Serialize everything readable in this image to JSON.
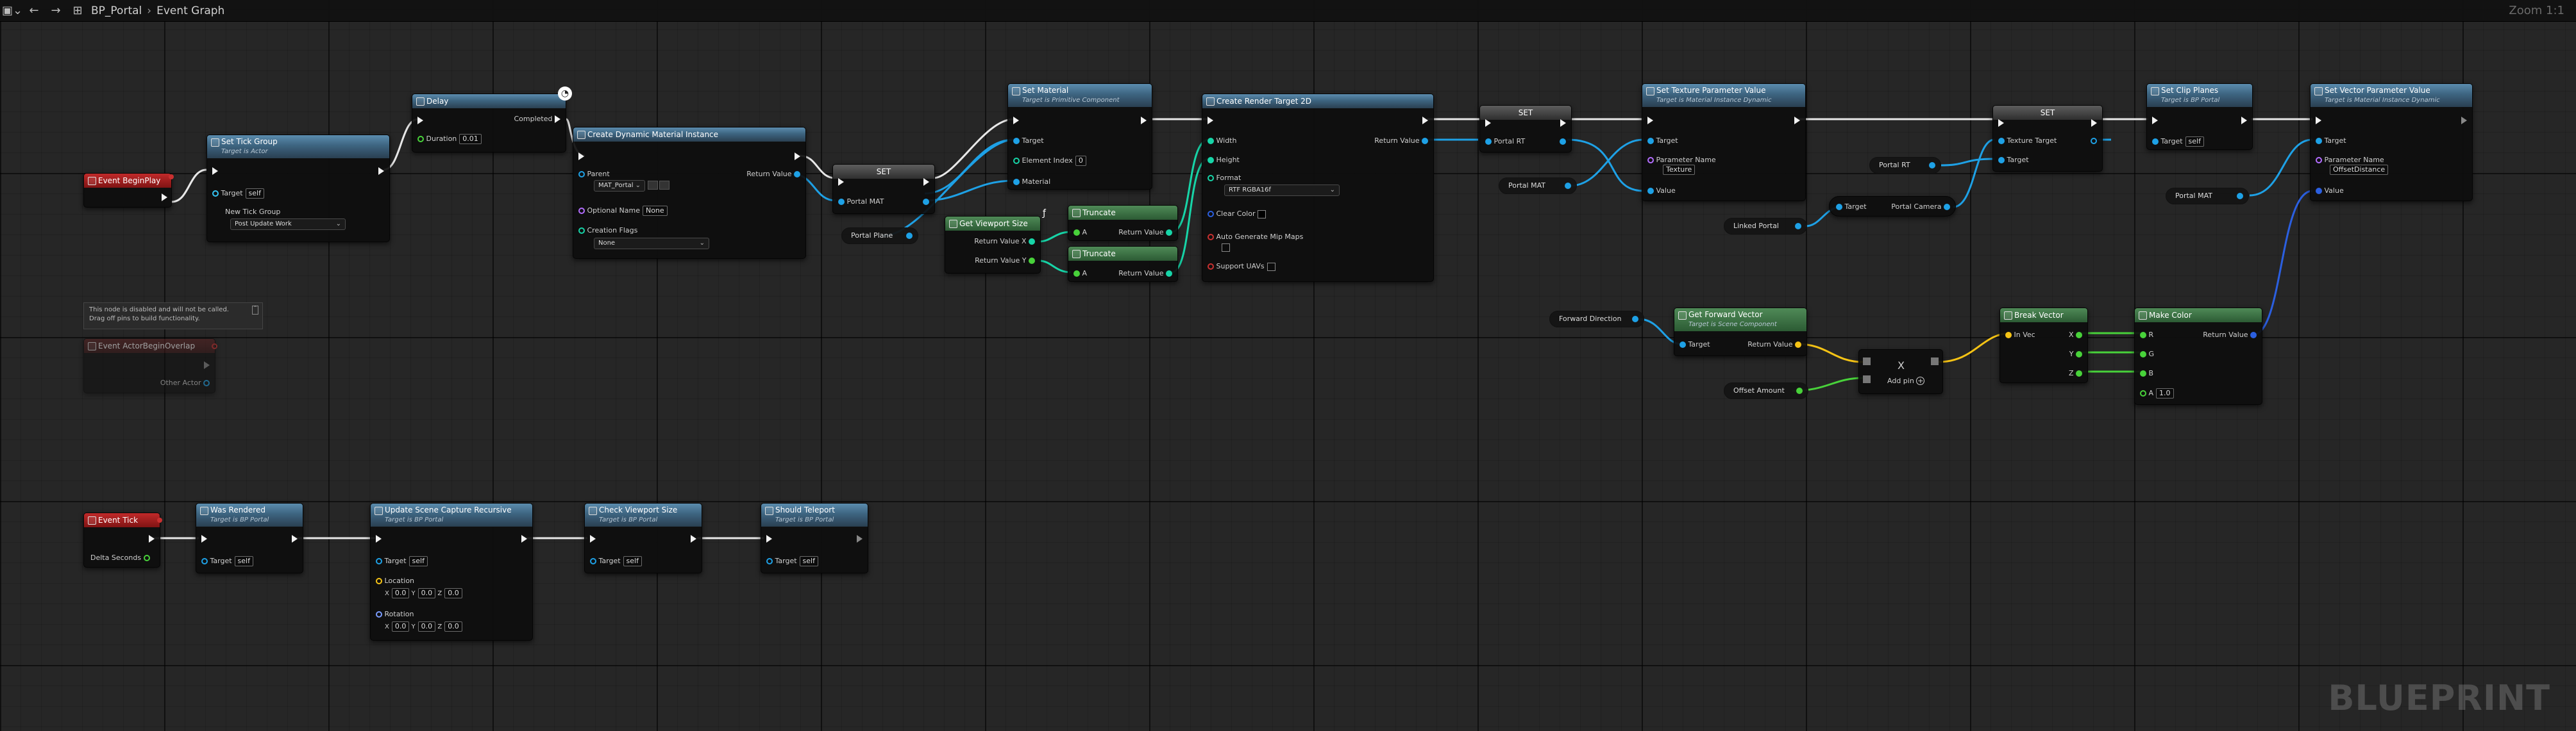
{
  "breadcrumb": {
    "asset": "BP_Portal",
    "graph": "Event Graph"
  },
  "zoom": "Zoom 1:1",
  "watermark": "BLUEPRINT",
  "comment": {
    "line1": "This node is disabled and will not be called.",
    "line2": "Drag off pins to build functionality."
  },
  "nodes": {
    "begin_play": {
      "title": "Event BeginPlay"
    },
    "set_tick_group": {
      "title": "Set Tick Group",
      "subtitle": "Target is Actor",
      "target": "Target",
      "self": "self",
      "group_label": "New Tick Group",
      "group_value": "Post Update Work"
    },
    "delay": {
      "title": "Delay",
      "completed": "Completed",
      "duration_label": "Duration",
      "duration_value": "0.01"
    },
    "create_mat": {
      "title": "Create Dynamic Material Instance",
      "parent": "Parent",
      "parent_value": "MAT_Portal",
      "return": "Return Value",
      "opt_name": "Optional Name",
      "opt_value": "None",
      "flags": "Creation Flags",
      "flags_value": "None"
    },
    "set1": {
      "title": "SET",
      "pin": "Portal MAT"
    },
    "set_material": {
      "title": "Set Material",
      "subtitle": "Target is Primitive Component",
      "target": "Target",
      "elem": "Element Index",
      "elem_value": "0",
      "material": "Material"
    },
    "portal_plane": {
      "label": "Portal Plane"
    },
    "get_viewport": {
      "title": "Get Viewport Size",
      "rx": "Return Value X",
      "ry": "Return Value Y"
    },
    "trunc1": {
      "title": "Truncate",
      "a": "A",
      "ret": "Return Value"
    },
    "trunc2": {
      "title": "Truncate",
      "a": "A",
      "ret": "Return Value"
    },
    "create_rt": {
      "title": "Create Render Target 2D",
      "width": "Width",
      "height": "Height",
      "ret": "Return Value",
      "format": "Format",
      "format_value": "RTF RGBA16f",
      "clear": "Clear Color",
      "mips": "Auto Generate Mip Maps",
      "uavs": "Support UAVs"
    },
    "set2": {
      "title": "SET",
      "pin": "Portal RT"
    },
    "portal_mat_a": {
      "label": "Portal MAT"
    },
    "set_tex": {
      "title": "Set Texture Parameter Value",
      "subtitle": "Target is Material Instance Dynamic",
      "target": "Target",
      "param": "Parameter Name",
      "param_value": "Texture",
      "value": "Value"
    },
    "portal_rt": {
      "label": "Portal RT"
    },
    "linked_portal": {
      "label": "Linked Portal"
    },
    "portal_camera": {
      "target": "Target",
      "label": "Portal Camera"
    },
    "set3": {
      "title": "SET",
      "tt": "Texture Target",
      "target": "Target"
    },
    "set_clip": {
      "title": "Set Clip Planes",
      "subtitle": "Target is BP Portal",
      "target": "Target",
      "self": "self"
    },
    "set_vector": {
      "title": "Set Vector Parameter Value",
      "subtitle": "Target is Material Instance Dynamic",
      "target": "Target",
      "param": "Parameter Name",
      "param_value": "OffsetDistance",
      "value": "Value"
    },
    "portal_mat_b": {
      "label": "Portal MAT"
    },
    "forward_dir": {
      "label": "Forward Direction"
    },
    "get_forward": {
      "title": "Get Forward Vector",
      "subtitle": "Target is Scene Component",
      "target": "Target",
      "ret": "Return Value"
    },
    "offset_amount": {
      "label": "Offset Amount"
    },
    "multiply": {
      "symbol": "X",
      "add_pin": "Add pin"
    },
    "break_vector": {
      "title": "Break Vector",
      "in": "In Vec",
      "x": "X",
      "y": "Y",
      "z": "Z"
    },
    "make_color": {
      "title": "Make Color",
      "r": "R",
      "g": "G",
      "b": "B",
      "a": "A",
      "a_value": "1.0",
      "ret": "Return Value"
    },
    "begin_overlap": {
      "title": "Event ActorBeginOverlap",
      "other": "Other Actor"
    },
    "event_tick": {
      "title": "Event Tick",
      "delta": "Delta Seconds"
    },
    "was_rendered": {
      "title": "Was Rendered",
      "subtitle": "Target is BP Portal",
      "target": "Target",
      "self": "self"
    },
    "update_capture": {
      "title": "Update Scene Capture Recursive",
      "subtitle": "Target is BP Portal",
      "target": "Target",
      "self": "self",
      "location": "Location",
      "rotation": "Rotation",
      "x": "X",
      "y": "Y",
      "z": "Z",
      "zero": "0.0"
    },
    "check_viewport": {
      "title": "Check Viewport Size",
      "subtitle": "Target is BP Portal",
      "target": "Target",
      "self": "self"
    },
    "should_teleport": {
      "title": "Should Teleport",
      "subtitle": "Target is BP Portal",
      "target": "Target",
      "self": "self"
    }
  }
}
